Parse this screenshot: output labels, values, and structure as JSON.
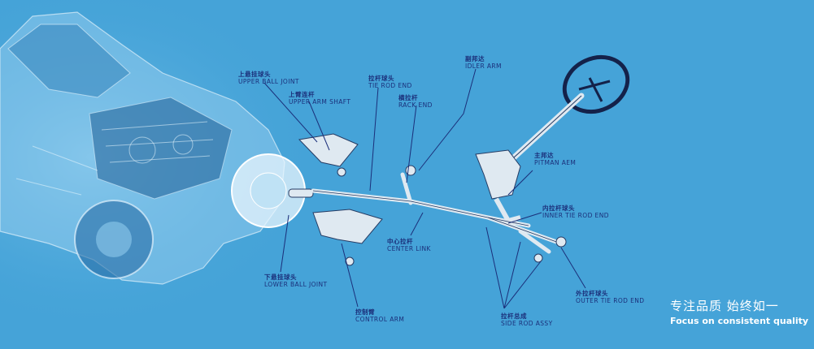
{
  "labels": {
    "upper_ball_joint": {
      "zh": "上悬挂球头",
      "en": "UPPER BALL JOINT"
    },
    "upper_arm_shaft": {
      "zh": "上臂连杆",
      "en": "UPPER ARM SHAFT"
    },
    "tie_rod_end": {
      "zh": "拉杆球头",
      "en": "TIE ROD END"
    },
    "rack_end": {
      "zh": "横拉杆",
      "en": "RACK END"
    },
    "idler_arm": {
      "zh": "副邦达",
      "en": "IDLER ARM"
    },
    "pitman_arm": {
      "zh": "主邦达",
      "en": "PITMAN AEM"
    },
    "inner_tie_rod_end": {
      "zh": "内拉杆球头",
      "en": "INNER TIE ROD END"
    },
    "center_link": {
      "zh": "中心拉杆",
      "en": "CENTER LINK"
    },
    "lower_ball_joint": {
      "zh": "下悬挂球头",
      "en": "LOWER BALL JOINT"
    },
    "control_arm": {
      "zh": "控制臂",
      "en": "CONTROL ARM"
    },
    "side_rod_assy": {
      "zh": "拉杆总成",
      "en": "SIDE ROD ASSY"
    },
    "outer_tie_rod_end": {
      "zh": "外拉杆球头",
      "en": "OUTER TIE ROD END"
    }
  },
  "slogan": {
    "zh": "专注品质  始终如一",
    "en": "Focus on consistent quality"
  },
  "colors": {
    "background": "#45a3d8",
    "label_text": "#1b2f7a",
    "slogan_text": "#ffffff"
  }
}
